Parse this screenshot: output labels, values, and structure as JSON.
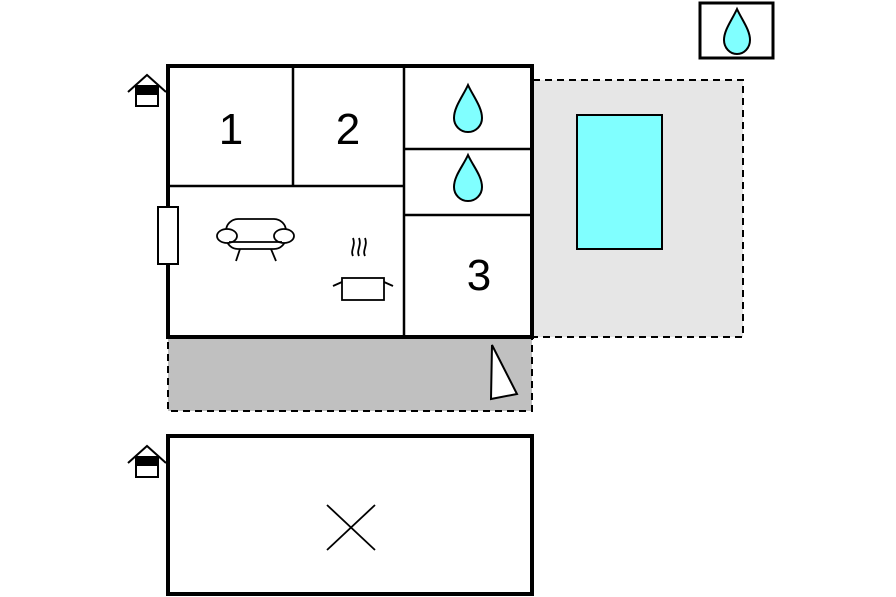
{
  "floorplan": {
    "rooms": [
      {
        "id": "bedroom-1",
        "label": "1"
      },
      {
        "id": "bedroom-2",
        "label": "2"
      },
      {
        "id": "bedroom-3",
        "label": "3"
      }
    ],
    "icons": {
      "bathroom": "water-drop-icon",
      "living": "sofa-icon",
      "kitchen": "cooking-pot-icon",
      "entrance": "house-entrance-icon",
      "outdoor_shower": "water-drop-icon",
      "compass": "north-arrow-icon",
      "annex": "cross-mark-icon"
    },
    "colors": {
      "walls": "#000000",
      "terrace": "#c0c0c0",
      "pool_area": "#e6e6e6",
      "pool_water": "#80ffff",
      "water_drop": "#80ffff"
    }
  }
}
